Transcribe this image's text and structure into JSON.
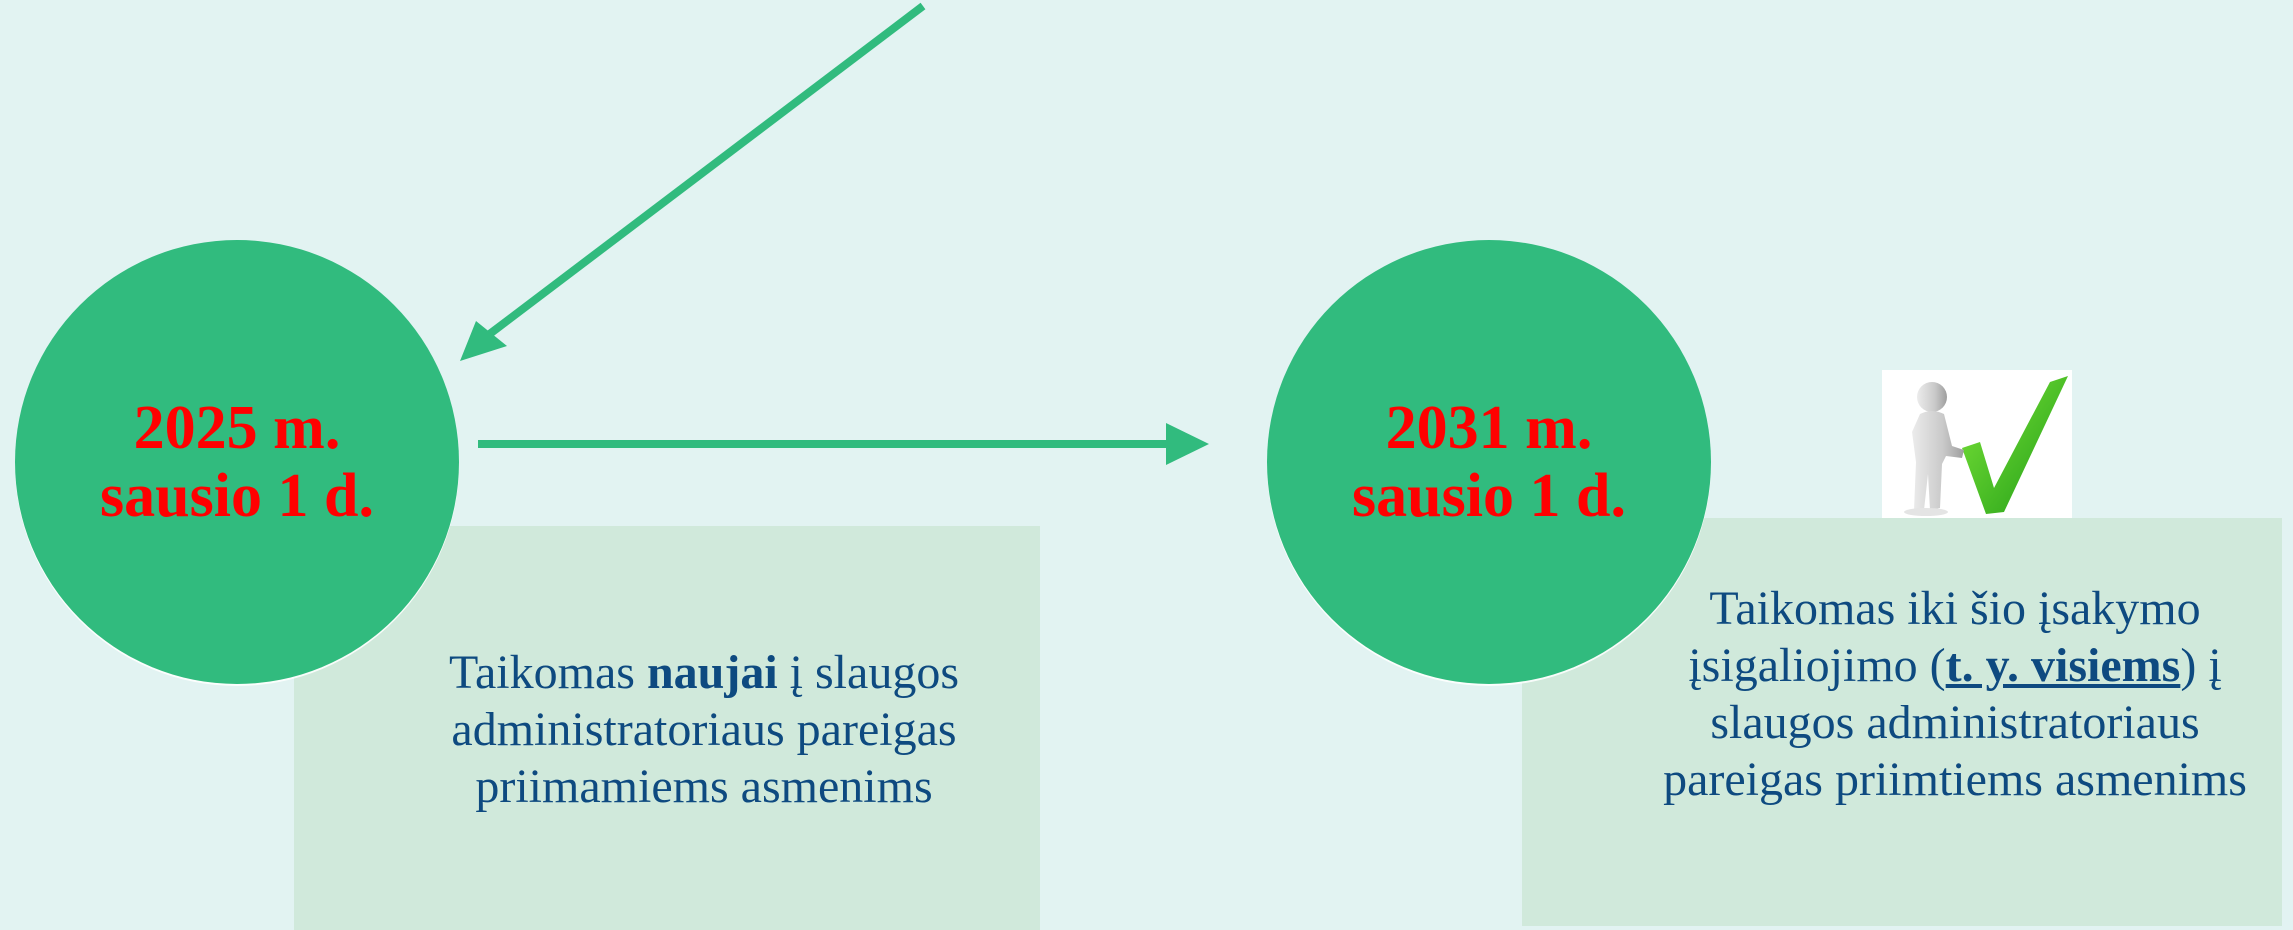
{
  "colors": {
    "background": "#e2f3f2",
    "circle": "#31bb7e",
    "box": "#d0e9db",
    "date_text": "#ff0000",
    "body_text": "#0e4a80",
    "arrow": "#31bb7e"
  },
  "milestones": [
    {
      "date_line1": "2025 m.",
      "date_line2": "sausio 1 d.",
      "desc_before": "Taikomas ",
      "desc_emphasis": "naujai",
      "desc_after": " į slaugos administratoriaus pareigas priimamiems asmenims"
    },
    {
      "date_line1": "2031 m.",
      "date_line2": "sausio 1 d.",
      "desc_before": "Taikomas iki šio įsakymo įsigaliojimo (",
      "desc_emphasis": "t. y. visiems",
      "desc_after": ") į slaugos administratoriaus pareigas priimtiems asmenims"
    }
  ],
  "icons": {
    "incoming_arrow": "arrow-down-left-icon",
    "timeline_arrow": "arrow-right-icon",
    "approval_figure": "person-checkmark-icon"
  }
}
